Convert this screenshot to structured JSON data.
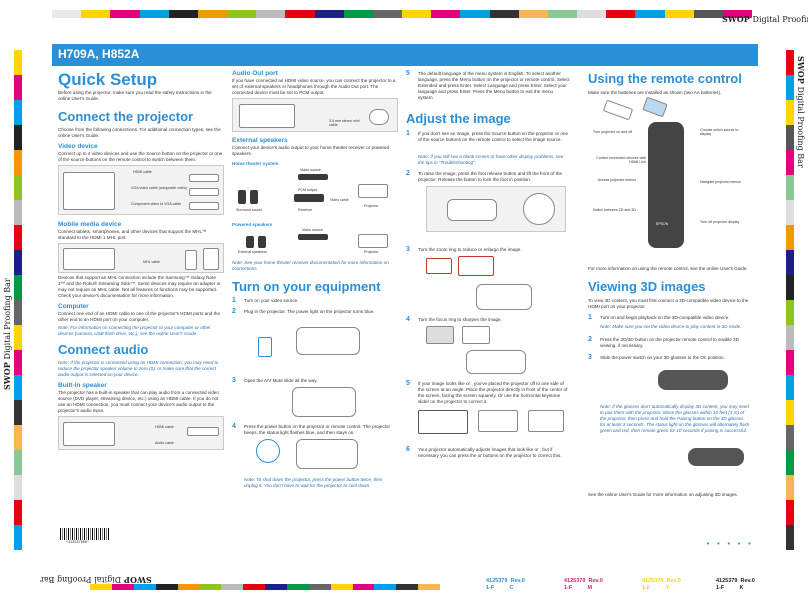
{
  "header": {
    "title": "H709A, H852A"
  },
  "printer": {
    "mark": "SWOP",
    "mark_suffix": "Digital Proofing Bar"
  },
  "colors": {
    "accent": "#2b8fd6",
    "note": "#2b6fb0"
  },
  "quick_setup": {
    "title": "Quick Setup",
    "intro": "Before using the projector, make sure you read the safety instructions in the online User's Guide."
  },
  "connect": {
    "title": "Connect the projector",
    "intro": "Choose from the following connections. For additional connection types, see the online User's Guide.",
    "video_device": {
      "heading": "Video device",
      "text": "Connect up to 4 video devices and use the Source button on the projector or one of the source buttons on the remote control to switch between them.",
      "labels": [
        "HDMI cable",
        "VGA video cable (composite video)",
        "Component video to VGA cable"
      ]
    },
    "mobile": {
      "heading": "Mobile media device",
      "text": "Connect tablets, smartphones, and other devices that support the MHL™ standard to the HDMI 1 MHL port.",
      "label": "MHL cable",
      "text2": "Devices that support an MHL connection include the Samsung™ Galaxy Note 3™ and the Roku® Streaming Stick™. Some devices may require an adapter or may not require an MHL cable. Not all features or functions may be supported. Check your device's documentation for more information."
    },
    "computer": {
      "heading": "Computer",
      "text": "Connect one end of an HDMI cable to one of the projector's HDMI ports and the other end to an HDMI port on your computer.",
      "note": "Note: For information on connecting the projector to your computer or other devices (camera, USB flash drive, etc.), see the online User's Guide."
    }
  },
  "audio": {
    "title": "Connect audio",
    "note": "Note: If the projector is connected using an HDMI connection, you may need to reduce the projector speaker volume to zero (0), or make sure that the correct audio output is selected on your device.",
    "builtin": {
      "heading": "Built-in speaker",
      "text": "The projector has a built-in speaker that can play audio from a connected video source (DVD player, streaming device, etc.) using an HDMI cable. If you do not use an HDMI connection, you must connect your device's audio output to the projector's audio input.",
      "label": "Audio cable"
    },
    "out_port": {
      "heading": "Audio Out port",
      "text": "If you have connected an HDMI video source, you can connect the projector to a set of external speakers or headphones through the Audio Out port. The connected device must be set to PCM output.",
      "label": "3.5 mm stereo mini cable"
    },
    "external": {
      "heading": "External speakers",
      "text": "Connect your device's audio output to your home theater receiver or powered speakers.",
      "home_theater": "Home theater system",
      "ht_labels": [
        "Video source",
        "Video cable",
        "Projector",
        "Surround sound",
        "Receiver",
        "PCM output"
      ],
      "powered": "Powered speakers",
      "ps_labels": [
        "Video source",
        "External speakers",
        "Projector"
      ],
      "note": "Note: See your home theater receiver documentation for more information on connections."
    }
  },
  "turn_on": {
    "title": "Turn on your equipment",
    "steps": [
      {
        "num": "1",
        "text": "Turn on your video source."
      },
      {
        "num": "2",
        "text": "Plug in the projector. The power light on the projector turns blue."
      },
      {
        "num": "3",
        "text": "Open the A/V Mute slide all the way."
      },
      {
        "num": "4",
        "text": "Press the power button on the projector or remote control. The projector beeps, the status light flashes blue, and then stays on."
      }
    ],
    "note": "Note: To shut down the projector, press the power button twice, then unplug it. You don't have to wait for the projector to cool down."
  },
  "menu_step": {
    "num": "5",
    "text": "The default language of the menu system is English. To select another language, press the Menu button on the projector or remote control. Select Extended and press Enter. Select Language and press Enter. Select your language and press Enter. Press the Menu button to exit the menu system."
  },
  "adjust": {
    "title": "Adjust the image",
    "steps": [
      {
        "num": "1",
        "text": "If you don't see an image, press the Source button on the projector or one of the source buttons on the remote control to select the image source."
      },
      {
        "num": "2",
        "text": "To raise the image, press the foot release button and lift the front of the projector. Release the button to lock the foot in position."
      },
      {
        "num": "3",
        "text": "Turn the zoom ring to reduce or enlarge the image."
      },
      {
        "num": "4",
        "text": "Turn the focus ring to sharpen the image."
      },
      {
        "num": "5",
        "text": "If your image looks like or , you've placed the projector off to one side of the screen at an angle. Place the projector directly in front of the center of the screen, facing the screen squarely. Or use the horizontal keystone slider on the projector to correct it."
      },
      {
        "num": "6",
        "text": "Your projector automatically adjusts images that look like or , but if necessary you can press the or buttons on the projector to correct this."
      }
    ],
    "note": "Note: If you still see a blank screen or have other display problems, see the tips in \"Troubleshooting\"."
  },
  "remote": {
    "title": "Using the remote control",
    "intro": "Make sure the batteries are installed as shown (two AA batteries).",
    "labels": [
      "Turn projector on and off",
      "Choose which source to display",
      "Control connected devices with HDMI Link",
      "Access projector menus",
      "Navigate projector menus",
      "Switch between 2D and 3D",
      "Turn off projector display"
    ],
    "brand": "EPSON",
    "footer": "For more information on using the remote control, see the online User's Guide."
  },
  "view3d": {
    "title": "Viewing 3D images",
    "intro": "To view 3D content, you must first connect a 3D-compatible video device to the HDMI port on your projector.",
    "steps": [
      {
        "num": "1",
        "text": "Turn on and begin playback on the 3D-compatible video device."
      },
      {
        "num": "2",
        "text": "Press the 2D/3D button on the projector remote control to enable 3D viewing, if necessary."
      },
      {
        "num": "3",
        "text": "Slide the power switch on your 3D glasses to the On position."
      }
    ],
    "note1": "Note: Make sure you set the video device to play content in 3D mode.",
    "note2": "Note: If the glasses don't automatically display 3D content, you may need to pair them with the projector. Move the glasses within 10 feet (3 m) of the projector, then press and hold the Pairing button on the 3D glasses for at least 3 seconds. The status light on the glasses will alternately flash green and red, then remain green for 10 seconds if pairing is successful.",
    "footer": "See the online User's Guide for more information on adjusting 3D images."
  },
  "barcode": {
    "number": "*412537900*"
  },
  "print_codes": [
    {
      "code": "4125379",
      "rev": "Rev.0",
      "sub1": "1-F",
      "sub2": "C",
      "color": "#2b8fd6"
    },
    {
      "code": "4125379",
      "rev": "Rev.0",
      "sub1": "1-F",
      "sub2": "M",
      "color": "#d6246e"
    },
    {
      "code": "4125379",
      "rev": "Rev.0",
      "sub1": "1-F",
      "sub2": "Y",
      "color": "#f2d600"
    },
    {
      "code": "4125379",
      "rev": "Rev.0",
      "sub1": "1-F",
      "sub2": "K",
      "color": "#222222"
    }
  ],
  "nav_dots": "• • • • •"
}
